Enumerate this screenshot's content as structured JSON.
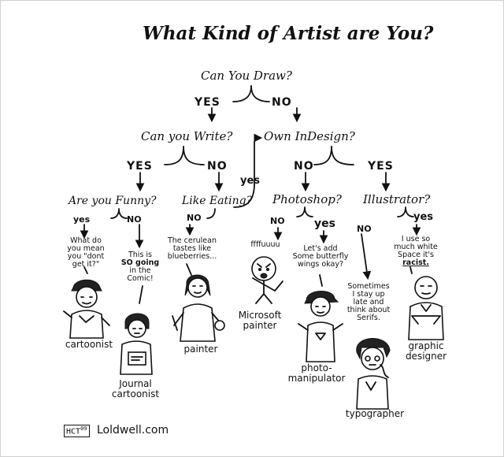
{
  "title": "What Kind of Artist are You?",
  "questions": {
    "draw": "Can You Draw?",
    "write": "Can you Write?",
    "indesign": "Own InDesign?",
    "funny": "Are you Funny?",
    "eating": "Like Eating?",
    "photoshop": "Photoshop?",
    "illustrator": "Illustrator?"
  },
  "answers": {
    "draw_yes": "YES",
    "draw_no": "NO",
    "write_yes": "YES",
    "write_no": "NO",
    "indesign_no": "NO",
    "indesign_yes": "YES",
    "funny_yes": "yes",
    "funny_no": "NO",
    "eating_no": "NO",
    "eating_yes": "yes",
    "ps_no": "NO",
    "ps_yes": "yes",
    "ill_no": "NO",
    "ill_yes": "yes"
  },
  "notes": {
    "cartoonist": [
      "What do",
      "you mean",
      "you \"dont",
      "get it?\""
    ],
    "journal": [
      "This is",
      "SO going",
      "in the",
      "Comic!"
    ],
    "painter": [
      "The cerulean",
      "tastes like",
      "blueberries..."
    ],
    "ms_painter": [
      "ffffuuuu"
    ],
    "manipulator": [
      "Let's add",
      "Some butterfly",
      "wings okay?"
    ],
    "typographer": [
      "Sometimes",
      "I stay up",
      "late and",
      "think about",
      "Serifs."
    ],
    "designer": [
      "I use so",
      "much white",
      "Space it's",
      "racist."
    ]
  },
  "labels": {
    "cartoonist": [
      "cartoonist"
    ],
    "journal": [
      "Journal",
      "cartoonist"
    ],
    "painter": [
      "painter"
    ],
    "ms_painter": [
      "Microsoft",
      "painter"
    ],
    "manipulator": [
      "photo-",
      "manipulator"
    ],
    "typographer": [
      "typographer"
    ],
    "designer": [
      "graphic",
      "designer"
    ]
  },
  "signature": "HCT",
  "signature_year": "09",
  "credit": "Loldwell.com"
}
